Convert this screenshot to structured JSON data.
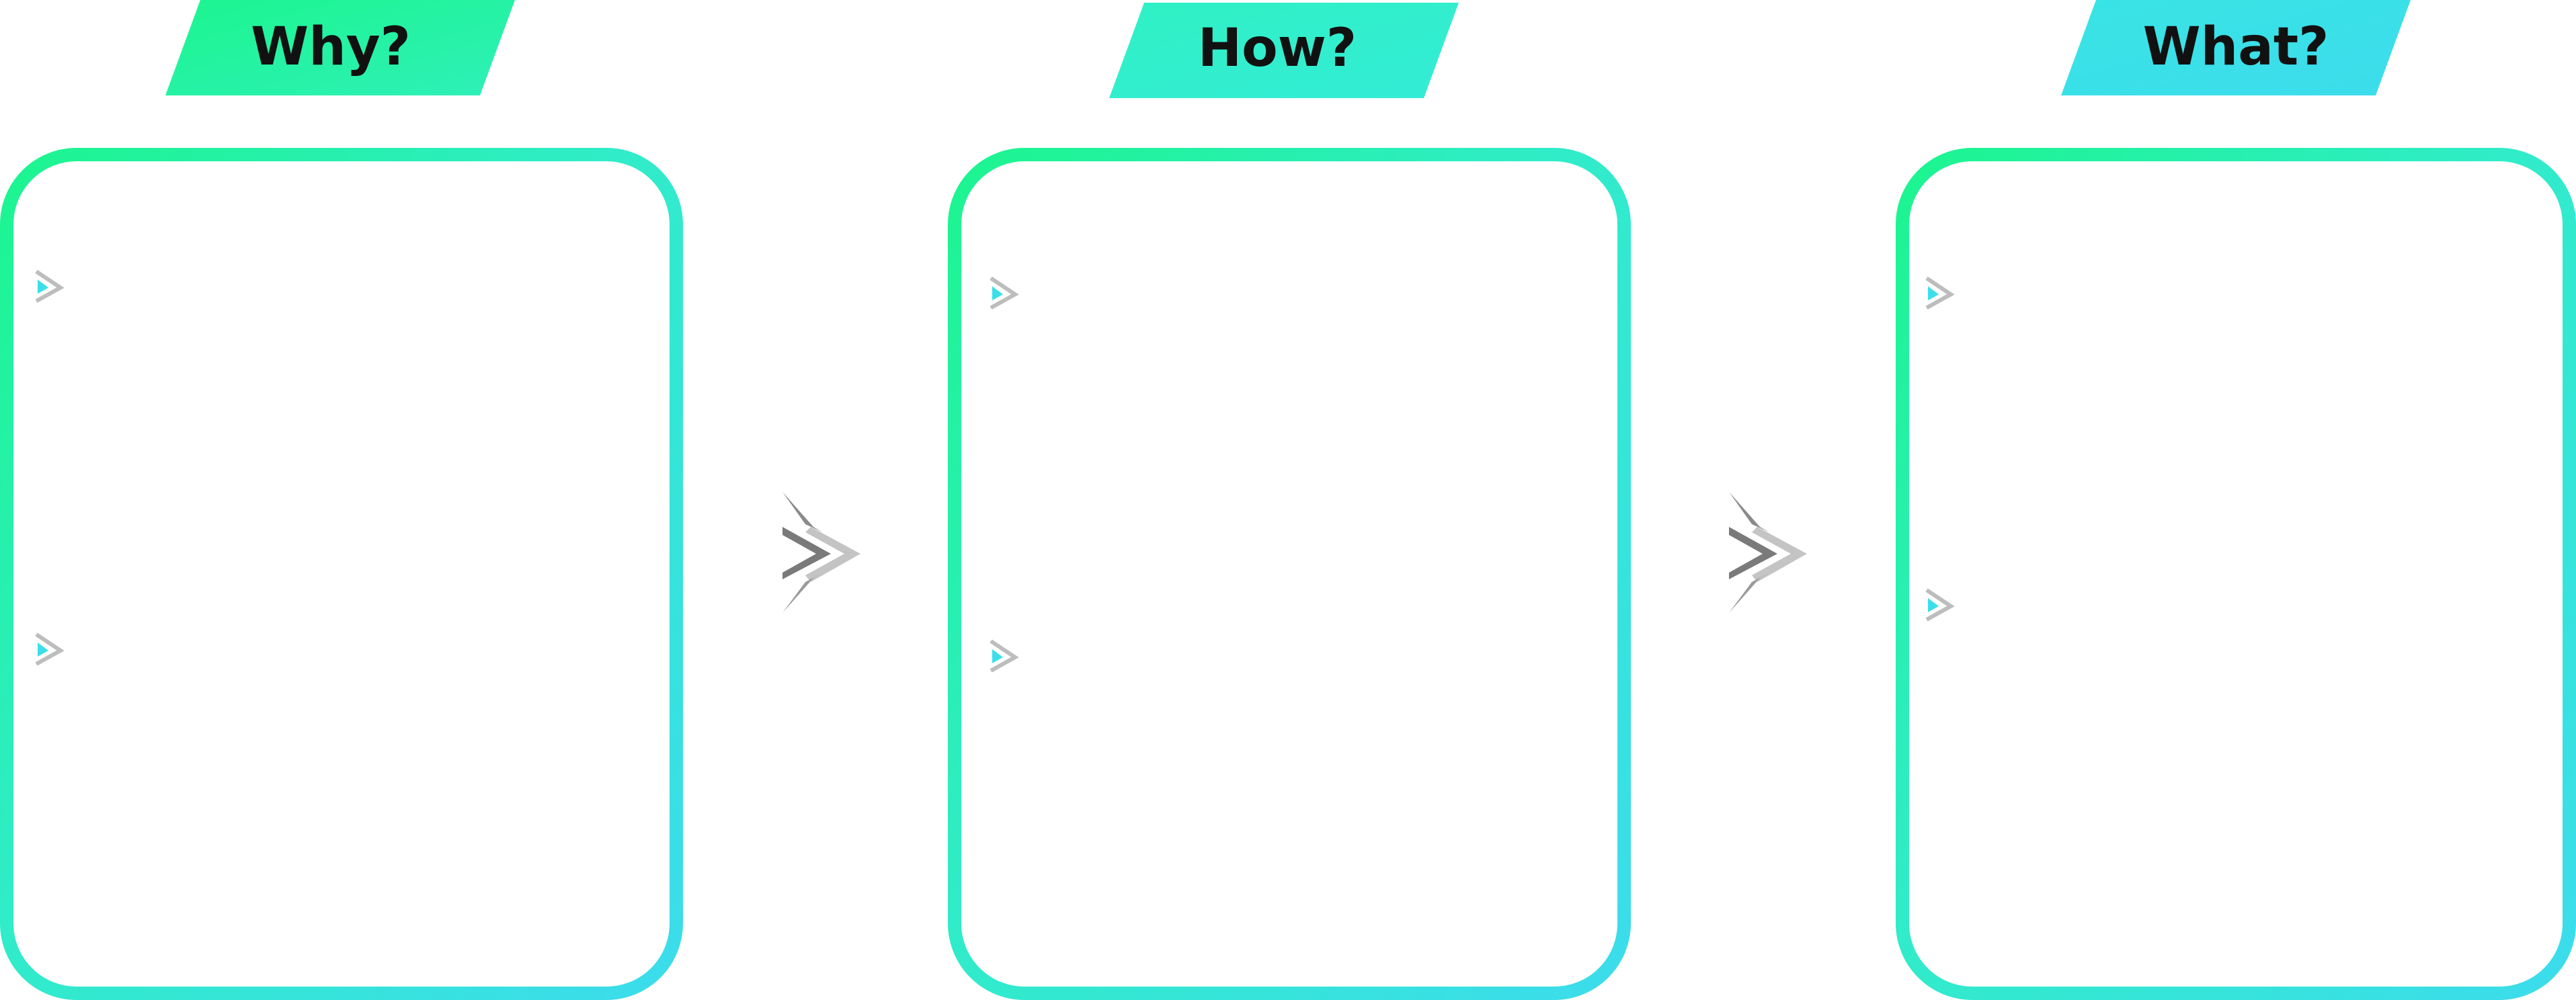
{
  "columns": [
    {
      "id": "why",
      "title": "Why?"
    },
    {
      "id": "how",
      "title": "How?"
    },
    {
      "id": "what",
      "title": "What?"
    }
  ],
  "colors": {
    "green": "#1cf58f",
    "teal": "#2ef0c8",
    "cyan": "#3cdfe9",
    "bullet_accent": "#3cdfe9",
    "bullet_gray": "#bdbdbd",
    "arrow_dark": "#7a7a7a",
    "arrow_mid": "#9a9a9a",
    "arrow_light": "#c4c4c4",
    "text": "#111111"
  }
}
